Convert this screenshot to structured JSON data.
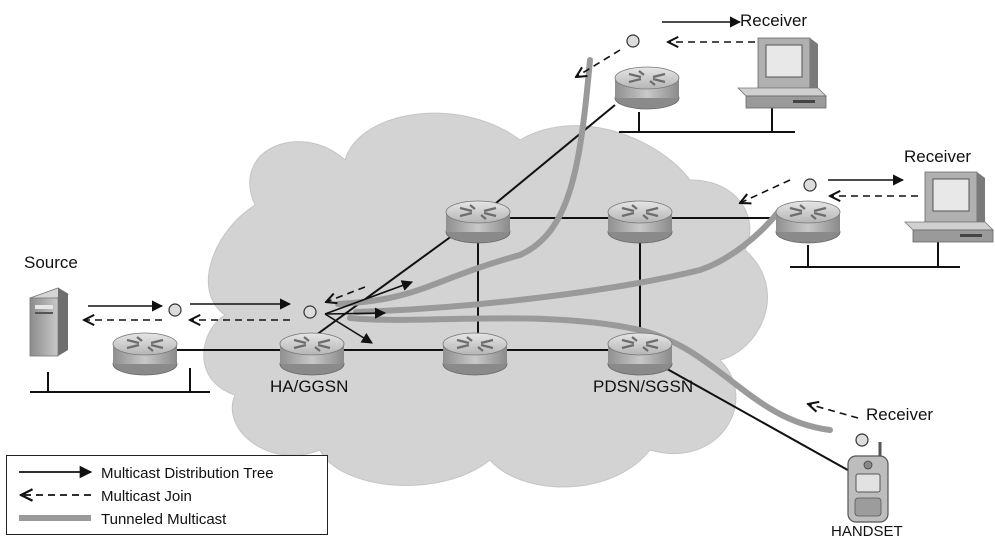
{
  "labels": {
    "source": "Source",
    "receiver_top": "Receiver",
    "receiver_right": "Receiver",
    "receiver_handset": "Receiver",
    "ha_ggsn": "HA/GGSN",
    "pdsn_sgsn": "PDSN/SGSN",
    "handset": "HANDSET"
  },
  "legend": {
    "items": [
      {
        "label": "Multicast Distribution Tree",
        "style": "solid-arrow"
      },
      {
        "label": "Multicast Join",
        "style": "dashed-arrow"
      },
      {
        "label": "Tunneled Multicast",
        "style": "thick-gray"
      }
    ]
  },
  "colors": {
    "cloud": "#d2d2d2",
    "tunnel": "#9a9a9a",
    "router": "#b9b9b9",
    "line": "#111111"
  },
  "icons": [
    "router-icon",
    "server-icon",
    "computer-icon",
    "handset-icon",
    "cloud-icon",
    "multicast-join-point-icon"
  ]
}
